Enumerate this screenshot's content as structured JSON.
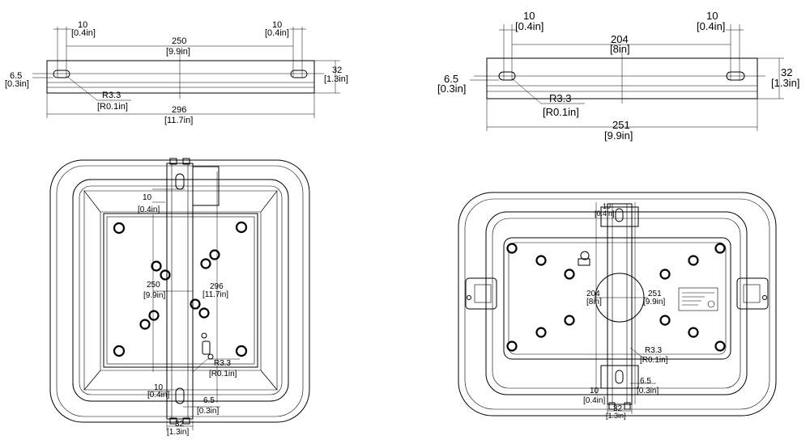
{
  "drawings": {
    "left_top": {
      "slot_spacing": "10",
      "slot_spacing_in": "[0.4in]",
      "inner_span": "250",
      "inner_span_in": "[9.9in]",
      "side_offset": "6.5",
      "side_offset_in": "[0.3in]",
      "height": "32",
      "height_in": "[1.3in]",
      "radius": "R3.3",
      "radius_in": "[R0.1in]",
      "overall": "296",
      "overall_in": "[11.7in]"
    },
    "right_top": {
      "slot_spacing": "10",
      "slot_spacing_in": "[0.4in]",
      "inner_span": "204",
      "inner_span_in": "[8in]",
      "side_offset": "6.5",
      "side_offset_in": "[0.3in]",
      "height": "32",
      "height_in": "[1.3in]",
      "radius": "R3.3",
      "radius_in": "[R0.1in]",
      "overall": "251",
      "overall_in": "[9.9in]"
    },
    "left_plan": {
      "slot": "10",
      "slot_in": "[0.4in]",
      "inner": "250",
      "inner_in": "[9.9in]",
      "overall": "296",
      "overall_in": "[11.7in]",
      "radius": "R3.3",
      "radius_in": "[R0.1in]",
      "slot_b": "10",
      "slot_b_in": "[0.4in]",
      "offset": "6.5",
      "offset_in": "[0.3in]",
      "width": "32",
      "width_in": "[1.3in]"
    },
    "right_plan": {
      "slot": "10",
      "slot_in": "[0.4in]",
      "inner": "204",
      "inner_in": "[8in]",
      "overall": "251",
      "overall_in": "[9.9in]",
      "radius": "R3.3",
      "radius_in": "[R0.1in]",
      "offset": "6.5",
      "offset_in": "[0.3in]",
      "slot_b": "10",
      "slot_b_in": "[0.4in]",
      "width": "32",
      "width_in": "[1.3in]"
    }
  }
}
